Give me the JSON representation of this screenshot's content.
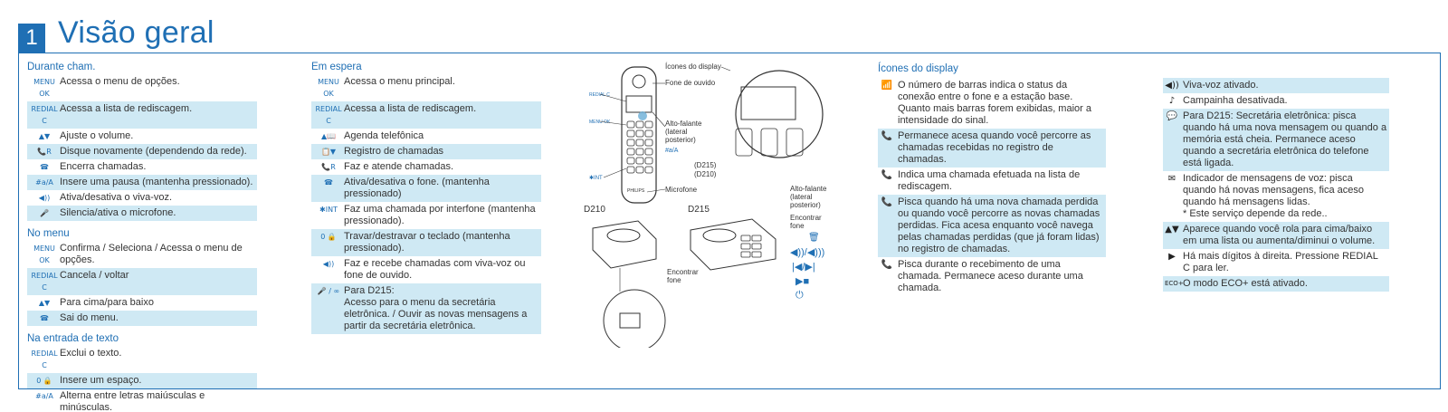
{
  "header": {
    "chapter_number": "1",
    "title": "Visão geral"
  },
  "col1": {
    "sections": [
      {
        "title": "Durante cham.",
        "rows": [
          {
            "key": "MENU OK",
            "text": "Acessa o menu de opções."
          },
          {
            "key": "REDIAL C",
            "text": "Acessa a lista de rediscagem."
          },
          {
            "key": "▲▼",
            "text": "Ajuste o volume."
          },
          {
            "key": "📞R",
            "text": "Disque novamente (dependendo da rede)."
          },
          {
            "key": "☎",
            "text": "Encerra chamadas."
          },
          {
            "key": "#a/A",
            "text": "Insere uma pausa (mantenha pressionado)."
          },
          {
            "key": "◀))",
            "text": "Ativa/desativa o viva-voz."
          },
          {
            "key": "🎤",
            "text": "Silencia/ativa o microfone."
          }
        ]
      },
      {
        "title": "No menu",
        "rows": [
          {
            "key": "MENU OK",
            "text": "Confirma / Seleciona / Acessa o menu de opções."
          },
          {
            "key": "REDIAL C",
            "text": "Cancela / voltar"
          },
          {
            "key": "▲▼",
            "text": "Para cima/para baixo"
          },
          {
            "key": "☎",
            "text": "Sai do menu."
          }
        ]
      },
      {
        "title": "Na entrada de texto",
        "rows": [
          {
            "key": "REDIAL C",
            "text": "Exclui o texto."
          },
          {
            "key": "0 🔒",
            "text": "Insere um espaço."
          },
          {
            "key": "#a/A",
            "text": "Alterna entre letras maiúsculas e minúsculas."
          }
        ]
      }
    ]
  },
  "col2": {
    "sections": [
      {
        "title": "Em espera",
        "rows": [
          {
            "key": "MENU OK",
            "text": "Acessa o menu principal."
          },
          {
            "key": "REDIAL C",
            "text": "Acessa a lista de rediscagem."
          },
          {
            "key": "▲📖",
            "text": "Agenda telefônica"
          },
          {
            "key": "📋▼",
            "text": "Registro de chamadas"
          },
          {
            "key": "📞R",
            "text": "Faz e atende chamadas."
          },
          {
            "key": "☎",
            "text": "Ativa/desativa o fone. (mantenha pressionado)"
          },
          {
            "key": "✱INT",
            "text": "Faz uma chamada por interfone (mantenha pressionado)."
          },
          {
            "key": "0 🔒",
            "text": "Travar/destravar o teclado (mantenha pressionado)."
          },
          {
            "key": "◀))",
            "text": "Faz e recebe chamadas com viva-voz ou fone de ouvido."
          },
          {
            "key": "🎤 / ∞",
            "text": "Para D215:\nAcesso para o menu da secretária eletrônica. / Ouvir as novas mensagens a partir da secretária eletrônica."
          }
        ]
      }
    ]
  },
  "figure": {
    "labels": {
      "display_icons": "Ícones do display",
      "earpiece": "Fone de ouvido",
      "speaker": "Alto-falante (lateral posterior)",
      "d215_keys": "(D215)",
      "d210_keys": "(D210)",
      "microphone": "Microfone",
      "d210": "D210",
      "d215": "D215",
      "base_speaker": "Alto-falante (lateral posterior)",
      "find_handset_top": "Encontrar fone",
      "find_handset_bottom": "Encontrar fone",
      "key_menu": "MENU OK",
      "key_redial": "REDIAL C",
      "key_star": "✱INT",
      "key_hash": "#a/A",
      "brand": "PHILIPS"
    }
  },
  "col3": {
    "title": "Ícones do display",
    "rows": [
      {
        "icon": "📶",
        "text": "O número de barras indica o status da conexão entre o fone e a estação base. Quanto mais barras forem exibidas, maior a intensidade do sinal."
      },
      {
        "icon": "📞",
        "text": "Permanece acesa quando você percorre as chamadas recebidas no registro de chamadas."
      },
      {
        "icon": "📞",
        "text": "Indica uma chamada efetuada na lista de rediscagem."
      },
      {
        "icon": "📞",
        "text": "Pisca quando há uma nova chamada perdida ou quando você percorre as novas chamadas perdidas. Fica acesa enquanto você navega pelas chamadas perdidas (que já foram lidas) no registro de chamadas."
      },
      {
        "icon": "📞",
        "text": "Pisca durante o recebimento de uma chamada. Permanece aceso durante uma chamada."
      }
    ]
  },
  "col4": {
    "rows": [
      {
        "icon": "◀))",
        "text": "Viva-voz ativado."
      },
      {
        "icon": "♪",
        "text": "Campainha desativada."
      },
      {
        "icon": "💬",
        "text": "Para D215: Secretária eletrônica: pisca quando há uma nova mensagem ou quando a memória está cheia. Permanece aceso quando a secretária eletrônica do telefone está ligada."
      },
      {
        "icon": "✉",
        "text": "Indicador de mensagens de voz: pisca quando há novas mensagens, fica aceso quando há mensagens lidas.\n* Este serviço depende da rede.."
      },
      {
        "icon": "▲▼",
        "text": "Aparece quando você rola para cima/baixo em uma lista ou aumenta/diminui o volume."
      },
      {
        "icon": "▶",
        "text": "Há mais dígitos à direita. Pressione REDIAL C para ler."
      },
      {
        "icon": "ECO+",
        "text": "O modo ECO+ está ativado."
      }
    ]
  },
  "colors": {
    "accent": "#1f6fb4",
    "band": "#cfe9f4"
  }
}
